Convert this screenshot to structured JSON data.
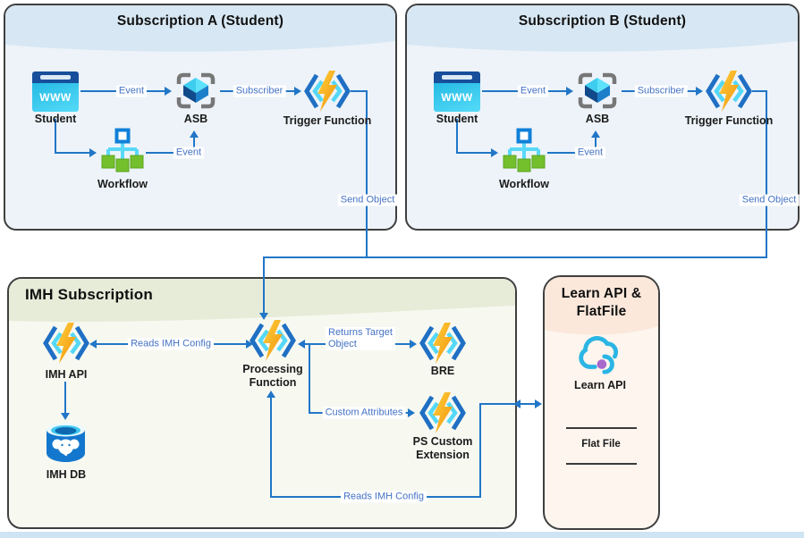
{
  "diagram": {
    "subscriptions": [
      {
        "title": "Subscription A (Student)",
        "nodes": {
          "student": "Student",
          "www": "WWW",
          "asb": "ASB",
          "trigger_function": "Trigger Function",
          "workflow": "Workflow"
        },
        "edges": {
          "event_to_asb": "Event",
          "subscriber": "Subscriber",
          "event_from_workflow": "Event",
          "send_object": "Send Object"
        }
      },
      {
        "title": "Subscription B (Student)",
        "nodes": {
          "student": "Student",
          "www": "WWW",
          "asb": "ASB",
          "trigger_function": "Trigger Function",
          "workflow": "Workflow"
        },
        "edges": {
          "event_to_asb": "Event",
          "subscriber": "Subscriber",
          "event_from_workflow": "Event",
          "send_object": "Send Object"
        }
      }
    ],
    "imh": {
      "title": "IMH Subscription",
      "nodes": {
        "imh_api": "IMH API",
        "imh_db": "IMH DB",
        "processing_line1": "Processing",
        "processing_line2": "Function",
        "bre": "BRE",
        "ps_line1": "PS Custom",
        "ps_line2": "Extension"
      },
      "edges": {
        "reads_imh_config": "Reads IMH Config",
        "returns_target_line1": "Returns Target",
        "returns_target_line2": "Object",
        "custom_attributes": "Custom Attributes",
        "reads_imh_config_bottom": "Reads IMH Config"
      }
    },
    "learn": {
      "title_line1": "Learn API &",
      "title_line2": "FlatFile",
      "nodes": {
        "learn_api": "Learn API",
        "flat_file": "Flat File"
      }
    },
    "icons": {
      "student": "browser-www-icon",
      "asb": "service-bus-icon",
      "function": "azure-function-bolt-icon",
      "workflow": "workflow-tree-icon",
      "imh_db": "postgresql-database-icon",
      "learn_api": "cloud-api-icon"
    },
    "colors": {
      "connector": "#2176c7",
      "edge_label_text": "#4472c4",
      "panel_border": "#3f3f3f",
      "subscription_header": "#d7e7f3",
      "imh_header": "#e6ecd8",
      "learn_header": "#fbe8db",
      "bolt_orange": "#f2900a",
      "bracket_blue": "#1f6fc4",
      "bracket_cyan": "#55d8f8"
    }
  }
}
